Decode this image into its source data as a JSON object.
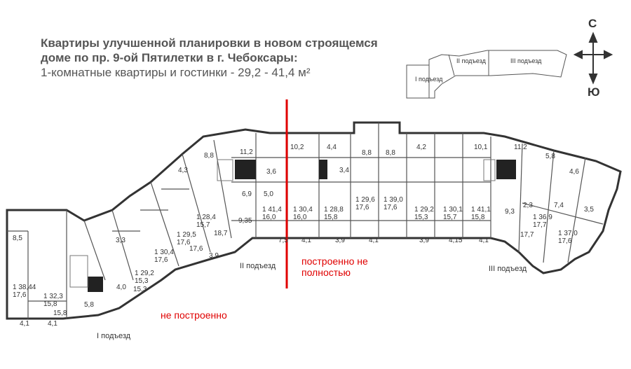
{
  "title_line1": "Квартиры улучшенной планировки в новом строящемся",
  "title_line2": "доме по пр. 9-ой Пятилетки в г. Чебоксары:",
  "subtitle": "1-комнатные квартиры и гостинки - 29,2 - 41,4 м²",
  "compass": {
    "north": "С",
    "south": "Ю"
  },
  "keyplan": {
    "entrance1": "I подъезд",
    "entrance2": "II подъезд",
    "entrance3": "III подъезд"
  },
  "entrances": {
    "e1": "I подъезд",
    "e2": "II подъезд",
    "e3": "III подъезд"
  },
  "annotations": {
    "not_built": "не построенно",
    "partially_built_1": "построенно не",
    "partially_built_2": "полностью"
  },
  "top_dims": [
    "8,8",
    "11,2",
    "10,2",
    "4,4",
    "8,8",
    "8,8",
    "4,2",
    "10,1",
    "11,2",
    "5,8"
  ],
  "bottom_dims": [
    "7,5",
    "4,1",
    "3,9",
    "4,1",
    "3,9",
    "4,15",
    "4,1",
    "3,9",
    "4,1",
    "4,1"
  ],
  "apartments": [
    {
      "num": "1",
      "area": "38,44",
      "sub": "17,6"
    },
    {
      "num": "1",
      "area": "32,3",
      "sub": "15,8"
    },
    {
      "num": "1",
      "area": "29,2",
      "sub": "15,3"
    },
    {
      "num": "1",
      "area": "30,4",
      "sub": "17,6"
    },
    {
      "num": "1",
      "area": "29,5",
      "sub": "17,6"
    },
    {
      "num": "1",
      "area": "28,4",
      "sub": "15,7"
    },
    {
      "num": "1",
      "area": "41,4",
      "sub": "16,0"
    },
    {
      "num": "1",
      "area": "30,4",
      "sub": "16,0"
    },
    {
      "num": "1",
      "area": "28,8",
      "sub": "15,8"
    },
    {
      "num": "1",
      "area": "29,6",
      "sub": "17,6"
    },
    {
      "num": "1",
      "area": "39,0",
      "sub": "17,6"
    },
    {
      "num": "1",
      "area": "29,2",
      "sub": "15,3"
    },
    {
      "num": "1",
      "area": "30,1",
      "sub": "15,7"
    },
    {
      "num": "1",
      "area": "41,1",
      "sub": "15,8"
    },
    {
      "num": "1",
      "area": "36,9",
      "sub": "17,7"
    },
    {
      "num": "1",
      "area": "37,0",
      "sub": "17,6"
    }
  ],
  "room_dims": [
    "3,6",
    "5,0",
    "6,9",
    "9,35",
    "18,7",
    "17,6",
    "15,3",
    "3,3",
    "4,0",
    "5,8",
    "15,8",
    "17,7",
    "7,4",
    "2,3",
    "9,3",
    "8,5",
    "4,3",
    "3,4",
    "3,5",
    "4,6"
  ]
}
